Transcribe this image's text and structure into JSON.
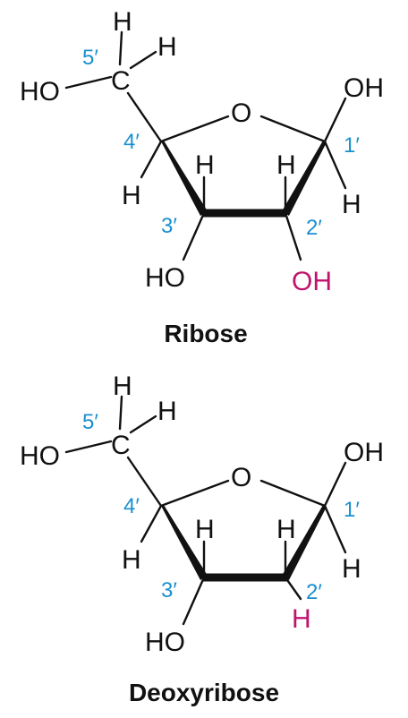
{
  "colors": {
    "atom": "#111111",
    "numbering": "#1a8fcf",
    "highlight": "#c0136e"
  },
  "ribose": {
    "title": "Ribose",
    "atoms": {
      "c5_h_top": "H",
      "c5_h_right": "H",
      "c5_c": "C",
      "c5_oh": "HO",
      "ring_o": "O",
      "c1_oh": "OH",
      "c4_h": "H",
      "c3_h": "H",
      "c2_h": "H",
      "c1_h": "H",
      "c3_oh": "HO",
      "c2_oh": "OH"
    },
    "numbers": {
      "n5": "5′",
      "n4": "4′",
      "n3": "3′",
      "n2": "2′",
      "n1": "1′"
    }
  },
  "deoxyribose": {
    "title": "Deoxyribose",
    "atoms": {
      "c5_h_top": "H",
      "c5_h_right": "H",
      "c5_c": "C",
      "c5_oh": "HO",
      "ring_o": "O",
      "c1_oh": "OH",
      "c4_h": "H",
      "c3_h": "H",
      "c2_h": "H",
      "c1_h": "H",
      "c3_oh": "HO",
      "c2_h_bottom": "H"
    },
    "numbers": {
      "n5": "5′",
      "n4": "4′",
      "n3": "3′",
      "n2": "2′",
      "n1": "1′"
    }
  }
}
